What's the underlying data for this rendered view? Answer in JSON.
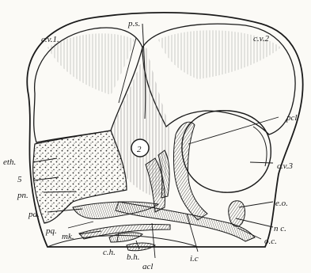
{
  "figure": {
    "labels": {
      "ps": "p.s.",
      "cv1": "c.v.1.",
      "cv2": "c.v.2",
      "pcl": "pcl",
      "cv3": "c.v.3",
      "eo": "e.o.",
      "nc": "n c.",
      "oc": "o.c.",
      "eth": "eth.",
      "five": "5",
      "pn": "pn.",
      "pa": "pa.",
      "pq": "pq.",
      "mk": "mk.",
      "ch": "c.h.",
      "bh": "b.h.",
      "acl": "acl",
      "ic": "i.c",
      "two": "2"
    }
  }
}
